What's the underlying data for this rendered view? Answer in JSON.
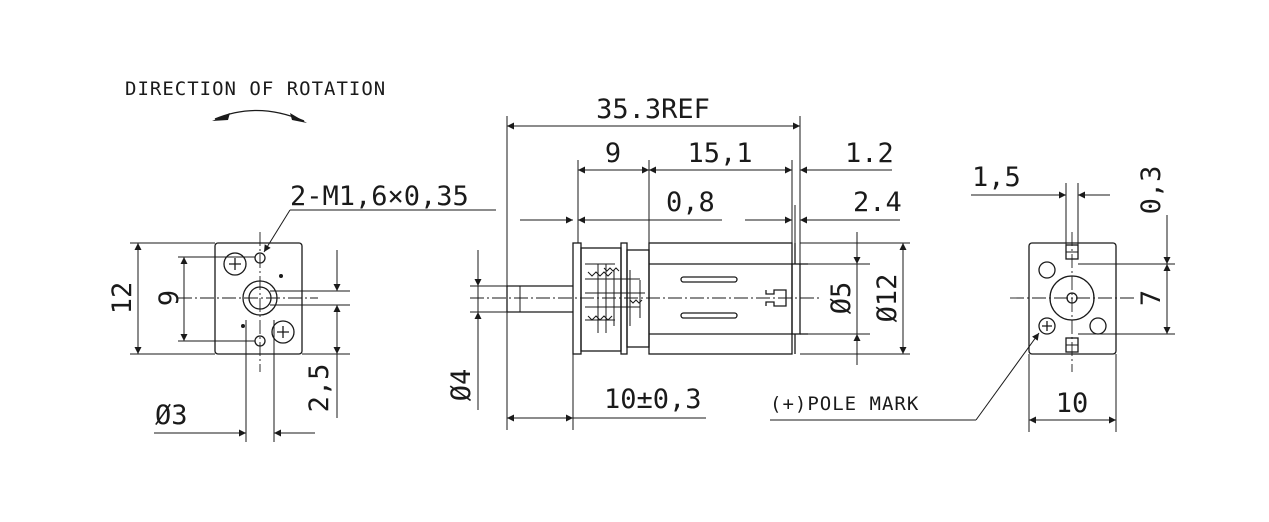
{
  "labels": {
    "direction": "DIRECTION OF ROTATION",
    "screw": "2-M1,6×0,35",
    "pole": "(+)POLE MARK"
  },
  "dims": {
    "overall": "35.3REF",
    "gear_len": "9",
    "motor_len": "15,1",
    "end_gap": "1.2",
    "gap": "0,8",
    "end_len": "2.4",
    "front_h": "12",
    "hole_pitch": "9",
    "shaft_off": "2,5",
    "shaft_dia": "Ø3",
    "shaft_len": "10±0,3",
    "shaft_d": "Ø4",
    "boss_d": "Ø5",
    "body_d": "Ø12",
    "term_w": "1,5",
    "term_t": "0,3",
    "term_pitch": "7",
    "rear_w": "10"
  }
}
